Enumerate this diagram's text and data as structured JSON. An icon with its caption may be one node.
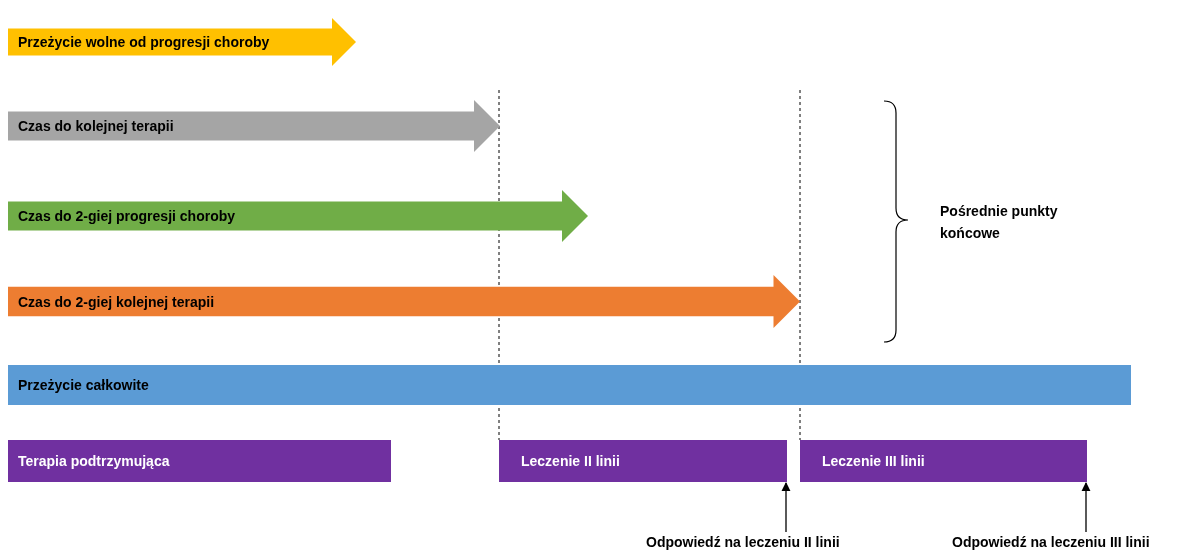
{
  "diagram": {
    "nodes": [
      {
        "text": [
          "Przeżycie wolne od progresji choroby"
        ]
      },
      {
        "text": [
          "Czas do kolejnej terapii"
        ]
      },
      {
        "text": [
          "Czas do 2-giej progresji choroby"
        ]
      },
      {
        "text": [
          "Czas do 2-giej kolejnej terapii"
        ]
      },
      {
        "text": [
          "Przeżycie całkowite"
        ]
      },
      {
        "text": [
          "Terapia podtrzymująca"
        ]
      },
      {
        "text": [
          "Leczenie II linii"
        ]
      },
      {
        "text": [
          "Leczenie III linii"
        ]
      },
      {
        "text": [
          "Odpowiedź na leczeniu II linii"
        ]
      },
      {
        "text": [
          "Odpowiedź na leczeniu III linii"
        ]
      }
    ],
    "edges": [
      {
        "from": 8,
        "to": 6,
        "arrow": "to"
      },
      {
        "from": 9,
        "to": 7,
        "arrow": "to"
      }
    ],
    "labels": [
      "Pośrednie punkty końcowe"
    ]
  }
}
